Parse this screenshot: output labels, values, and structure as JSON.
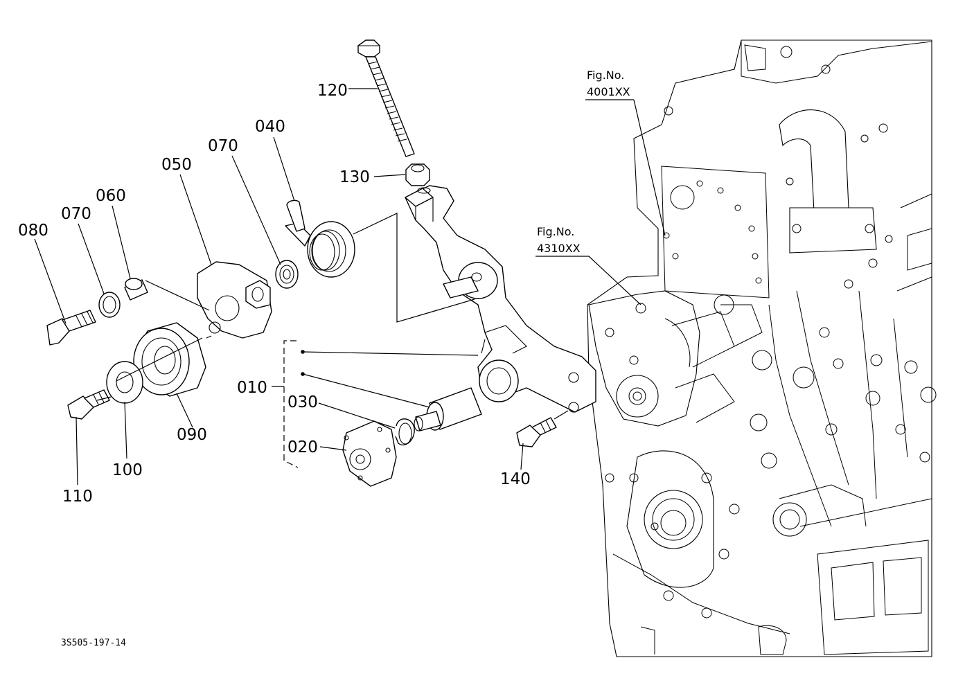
{
  "parts": [
    {
      "id": "p120",
      "label": "120"
    },
    {
      "id": "p130",
      "label": "130"
    },
    {
      "id": "p040",
      "label": "040"
    },
    {
      "id": "p070a",
      "label": "070"
    },
    {
      "id": "p050",
      "label": "050"
    },
    {
      "id": "p060",
      "label": "060"
    },
    {
      "id": "p070b",
      "label": "070"
    },
    {
      "id": "p080",
      "label": "080"
    },
    {
      "id": "p010",
      "label": "010"
    },
    {
      "id": "p030",
      "label": "030"
    },
    {
      "id": "p020",
      "label": "020"
    },
    {
      "id": "p090",
      "label": "090"
    },
    {
      "id": "p100",
      "label": "100"
    },
    {
      "id": "p110",
      "label": "110"
    },
    {
      "id": "p140",
      "label": "140"
    }
  ],
  "figure_refs": [
    {
      "line1": "Fig.No.",
      "line2": "4001XX"
    },
    {
      "line1": "Fig.No.",
      "line2": "4310XX"
    }
  ],
  "drawing_code": "3S505-197-14"
}
